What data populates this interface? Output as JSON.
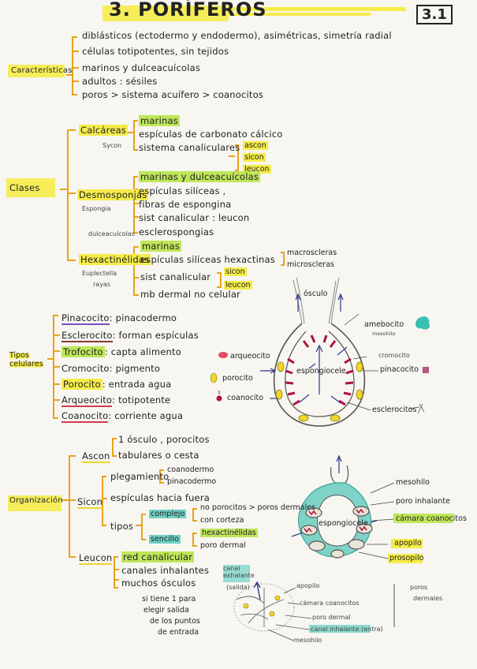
{
  "header": {
    "title": "3. PORÍFEROS",
    "page_number": "3.1"
  },
  "caracteristicas": {
    "label": "Características",
    "items": [
      "diblásticos (ectodermo y endodermo), asimétricas, simetría radial",
      "células totipotentes, sin tejidos",
      "marinos y dulceacuícolas",
      "adultos : sésiles",
      "poros > sistema acuífero > coanocitos"
    ]
  },
  "clases": {
    "label": "Clases",
    "calcareas": {
      "name": "Calcáreas",
      "alt": "Sycon",
      "items": [
        "marinas",
        "espículas de carbonato cálcico",
        "sistema canaliculares"
      ],
      "systems": [
        "ascon",
        "sicon",
        "leucon"
      ]
    },
    "demospongias": {
      "name": "Desmosponjas",
      "alt": "Espongia",
      "alt2": "dulceacuícolas",
      "items": [
        "marinas y dulceacuícolas",
        "espículas silíceas ,",
        "fibras de espongina",
        "sist canalicular : leucon",
        "esclerospongias"
      ]
    },
    "hexactinelidas": {
      "name": "Hexactinélidas",
      "alt": "Euplectella",
      "alt2": "rayas",
      "items": [
        "marinas",
        "espículas silíceas hexactinas",
        "sist canalicular",
        "mb dermal no celular"
      ],
      "spicules": [
        "macroscleras",
        "microscleras"
      ],
      "systems": [
        "sicon",
        "leucon"
      ]
    }
  },
  "tipos": {
    "label": "Tipos celulares",
    "items": [
      {
        "name": "Pinacocito",
        "desc": ": pinacodermo"
      },
      {
        "name": "Esclerocito",
        "desc": ": forman espículas"
      },
      {
        "name": "Trofocito",
        "desc": ": capta alimento"
      },
      {
        "name": "Cromocito",
        "desc": ": pigmento"
      },
      {
        "name": "Porocito",
        "desc": ": entrada agua"
      },
      {
        "name": "Arqueocito",
        "desc": ": totipotente"
      },
      {
        "name": "Coanocito",
        "desc": ": corriente agua"
      }
    ]
  },
  "diagram1": {
    "labels": {
      "osculo": "ósculo",
      "amebocito": "amebocito",
      "amebocito_sub": "mesohilo",
      "arqueocito": "arqueocito",
      "porocito": "porocito",
      "coanocito": "coanocito",
      "espongiocele": "espongiocele",
      "cromocito": "cromocito",
      "pinacocito": "pinacocito",
      "esclerocitos": "esclerocitos"
    }
  },
  "organizacion": {
    "label": "Organización",
    "ascon": {
      "name": "Ascon",
      "items": [
        "1 ósculo , porocitos",
        "tabulares o cesta"
      ]
    },
    "sicon": {
      "name": "Sicon",
      "plegamiento": "plegamiento",
      "pleg_items": [
        "coanodermo",
        "pinacodermo"
      ],
      "espiculas": "espículas hacia fuera",
      "tipos": "tipos",
      "complejo": "complejo",
      "complejo_items": [
        "no porocitos > poros dermales",
        "con corteza"
      ],
      "sencillo": "sencillo",
      "sencillo_items": [
        "hexactinélidas",
        "poro dermal"
      ]
    },
    "leucon": {
      "name": "Leucon",
      "items": [
        "red canalicular",
        "canales inhalantes",
        "muchos ósculos",
        "si tiene 1 para",
        "elegir salida",
        "de los puntos",
        "de entrada"
      ]
    }
  },
  "diagram2": {
    "labels": {
      "mesohilo": "mesohilo",
      "poro_inhalante": "poro inhalante",
      "camara": "cámara coanocitos",
      "espongiocele": "espongiocele",
      "apopilo": "apopilo",
      "prosopilo": "prosopilo"
    }
  },
  "diagram3": {
    "labels": {
      "canal_exhalante": "canal exhalante",
      "salida": "(salida)",
      "apopilo": "apopilo",
      "camara": "cámara coanocitos",
      "poro_dermal": "poro dermal",
      "canal_inhalante": "canal inhalante (entra)",
      "mesohilo": "mesohilo",
      "poros": "poros",
      "dermales": "dermales"
    }
  },
  "colors": {
    "highlight_yellow": "#f5ec4a",
    "highlight_green": "#bfe65a",
    "highlight_purple": "#c8a6e8",
    "highlight_teal": "#6fd1c4",
    "bracket_orange": "#e8a21a",
    "crimson": "#b0123b"
  }
}
